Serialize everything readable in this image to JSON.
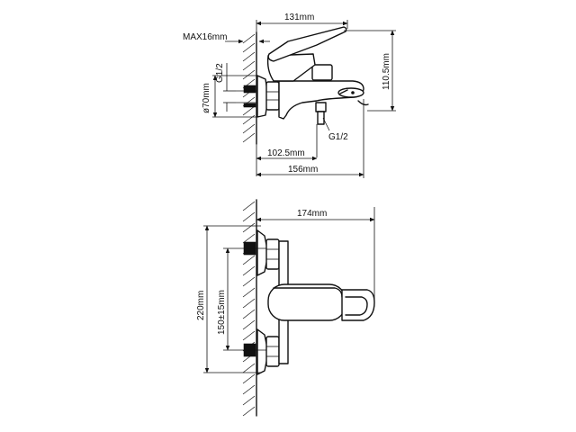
{
  "side_view": {
    "width_top": "131mm",
    "max_wall": "MAX16mm",
    "thread_inlet": "G1/2",
    "diameter": "ø70mm",
    "height": "110.5mm",
    "thread_outlet": "G1/2",
    "depth_outlet": "102.5mm",
    "depth_total": "156mm"
  },
  "front_view": {
    "width": "174mm",
    "height": "220mm",
    "center_spacing": "150±15mm"
  },
  "colors": {
    "line": "#111111",
    "background": "#ffffff"
  }
}
